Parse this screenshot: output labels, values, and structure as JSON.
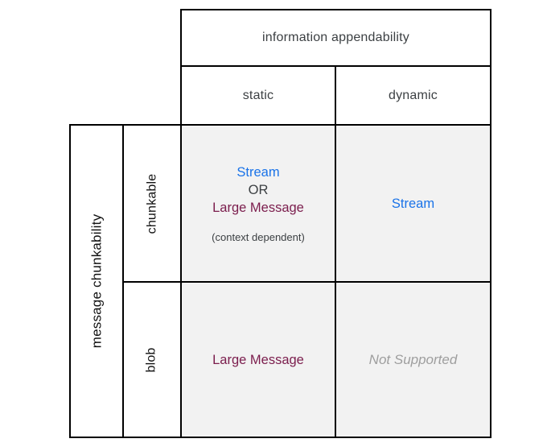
{
  "diagram": {
    "col_axis": {
      "title": "information appendability",
      "columns": [
        "static",
        "dynamic"
      ]
    },
    "row_axis": {
      "title": "message chunkability",
      "rows": [
        "chunkable",
        "blob"
      ]
    },
    "cells": {
      "chunkable_static": {
        "option1": "Stream",
        "connector": "OR",
        "option2": "Large Message",
        "note": "(context dependent)"
      },
      "chunkable_dynamic": "Stream",
      "blob_static": "Large Message",
      "blob_dynamic": "Not Supported"
    },
    "colors": {
      "stream_blue": "#1a73e8",
      "large_message_maroon": "#7b1d4d",
      "header_text": "#3c4043",
      "axis_text": "#111111",
      "not_supported_gray": "#9e9e9e",
      "cell_background": "#f2f2f2",
      "border": "#000000",
      "page_background": "#ffffff"
    }
  }
}
